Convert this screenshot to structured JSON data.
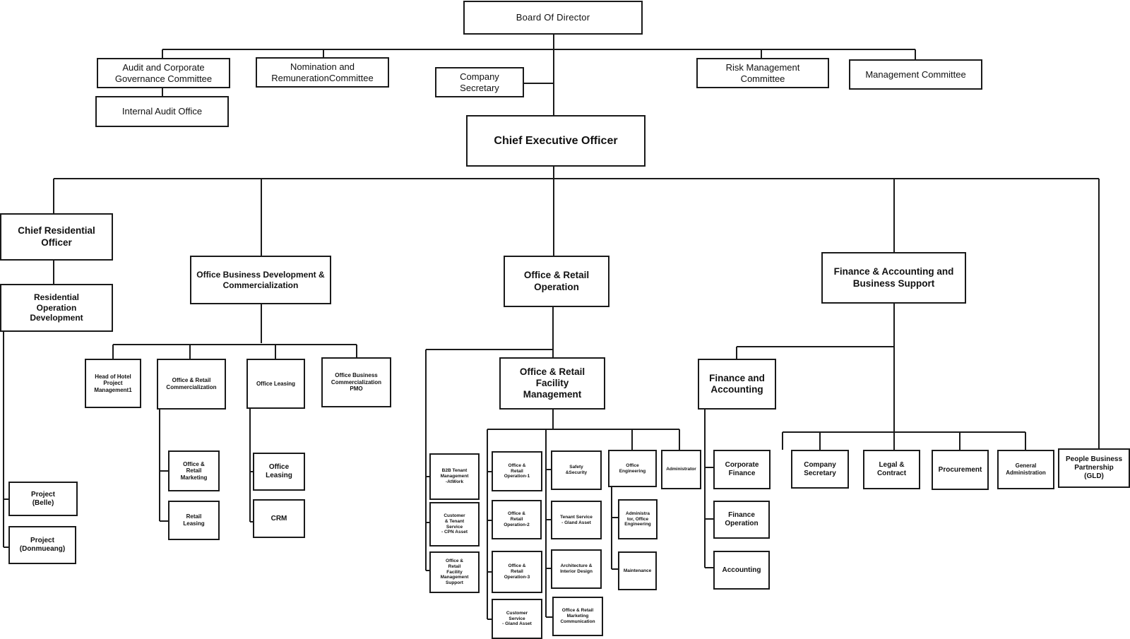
{
  "nodes": [
    {
      "id": "board",
      "label": "Board Of Director"
    },
    {
      "id": "audit",
      "label": "Audit and Corporate\nGovernance Committee"
    },
    {
      "id": "internal_audit",
      "label": "Internal Audit Office"
    },
    {
      "id": "nomination",
      "label": "Nomination and\nRemunerationCommittee"
    },
    {
      "id": "company_secretary_top",
      "label": "Company\nSecretary"
    },
    {
      "id": "risk",
      "label": "Risk Management\nCommittee"
    },
    {
      "id": "management",
      "label": "Management Committee"
    },
    {
      "id": "ceo",
      "label": "Chief Executive Officer"
    },
    {
      "id": "cro",
      "label": "Chief Residential\nOfficer"
    },
    {
      "id": "res_op",
      "label": "Residential\nOperation\nDevelopment"
    },
    {
      "id": "proj_belle",
      "label": "Project\n(Belle)"
    },
    {
      "id": "proj_don",
      "label": "Project\n(Donmueang)"
    },
    {
      "id": "obd",
      "label": "Office Business  Development &\nCommercialization"
    },
    {
      "id": "hotel",
      "label": "Head of Hotel\nProject\nManagement1"
    },
    {
      "id": "orc",
      "label": "Office & Retail\nCommercialization"
    },
    {
      "id": "ol",
      "label": "Office Leasing"
    },
    {
      "id": "obc_pmo",
      "label": "Office Business\nCommercialization\nPMO"
    },
    {
      "id": "orm",
      "label": "Office &\nRetail\nMarketing"
    },
    {
      "id": "rl",
      "label": "Retail\nLeasing"
    },
    {
      "id": "ol2",
      "label": "Office\nLeasing"
    },
    {
      "id": "crm",
      "label": "CRM"
    },
    {
      "id": "oro",
      "label": "Office & Retail\nOperation"
    },
    {
      "id": "orfm",
      "label": "Office & Retail\nFacility\nManagement"
    },
    {
      "id": "b2b",
      "label": "B2B Tenant\nManagement\n-AtWork"
    },
    {
      "id": "cts",
      "label": "Customer\n& Tenant\nService\n- CPN Asset"
    },
    {
      "id": "orfms",
      "label": "Office &\nRetail\nFacility\nManagement\nSupport"
    },
    {
      "id": "oro1",
      "label": "Office &\nRetail\nOperation-1"
    },
    {
      "id": "oro2",
      "label": "Office &\nRetail\nOperation-2"
    },
    {
      "id": "oro3",
      "label": "Office &\nRetail\nOperation-3"
    },
    {
      "id": "cs_gland",
      "label": "Customer\nService\n- Gland Asset"
    },
    {
      "id": "safety",
      "label": "Safety\n&Security"
    },
    {
      "id": "tenant_gland",
      "label": "Tenant Service\n- Gland Asset"
    },
    {
      "id": "arch",
      "label": "Architecture &\nInterior Design"
    },
    {
      "id": "orm_comm",
      "label": "Office & Retail\nMarketing\nCommunication"
    },
    {
      "id": "oe",
      "label": "Office\nEngineering"
    },
    {
      "id": "admin_oe",
      "label": "Administra\ntor, Office\nEngineering"
    },
    {
      "id": "maint",
      "label": "Maintenance"
    },
    {
      "id": "administrator",
      "label": "Administrator"
    },
    {
      "id": "fabs",
      "label": "Finance & Accounting and\nBusiness Support"
    },
    {
      "id": "fa",
      "label": "Finance and\nAccounting"
    },
    {
      "id": "corp_fin",
      "label": "Corporate\nFinance"
    },
    {
      "id": "fin_op",
      "label": "Finance\nOperation"
    },
    {
      "id": "accounting",
      "label": "Accounting"
    },
    {
      "id": "comp_sec",
      "label": "Company\nSecretary"
    },
    {
      "id": "legal",
      "label": "Legal &\nContract"
    },
    {
      "id": "proc",
      "label": "Procurement"
    },
    {
      "id": "gen_admin",
      "label": "General\nAdministration"
    },
    {
      "id": "people",
      "label": "People Business\nPartnership\n(GLD)"
    }
  ]
}
